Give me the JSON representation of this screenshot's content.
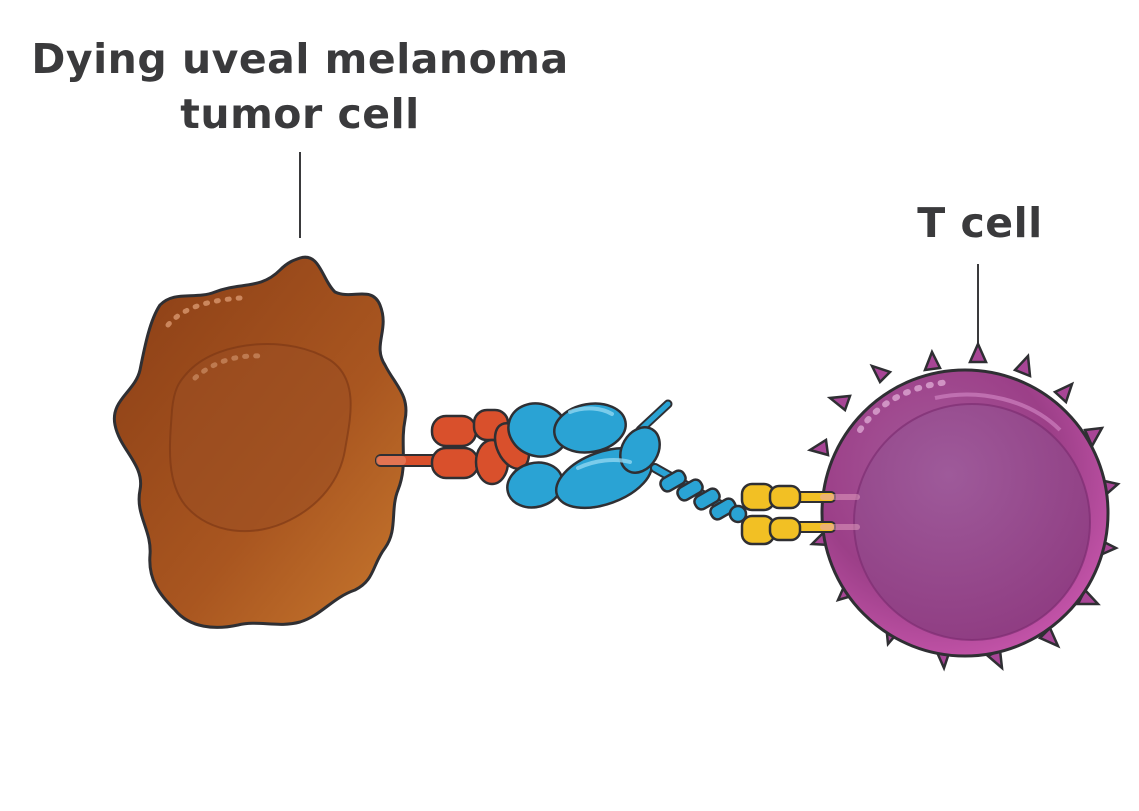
{
  "labels": {
    "tumor_line1": "Dying uveal melanoma",
    "tumor_line2": "tumor cell",
    "t_cell": "T cell"
  },
  "colors": {
    "tumor_cell": "#9a4a1c",
    "tumor_cell_light": "#c8782e",
    "t_cell": "#b04a9c",
    "t_cell_light": "#c86ab4",
    "antigen_red": "#d9502c",
    "antibody_blue": "#2aa3d4",
    "receptor_yellow": "#f2c024",
    "outline": "#2f2f33",
    "label_text": "#3a3a3c"
  }
}
